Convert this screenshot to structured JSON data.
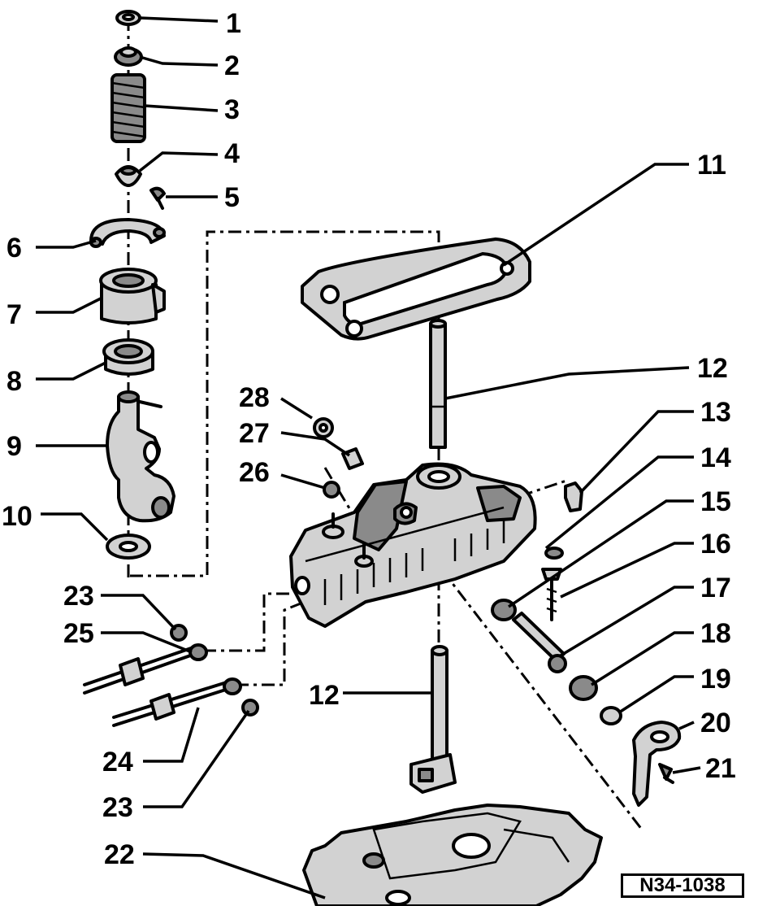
{
  "diagram": {
    "callouts": [
      "1",
      "2",
      "3",
      "4",
      "5",
      "6",
      "7",
      "8",
      "9",
      "10",
      "11",
      "12",
      "12",
      "13",
      "14",
      "15",
      "16",
      "17",
      "18",
      "19",
      "20",
      "21",
      "22",
      "23",
      "23",
      "24",
      "25",
      "26",
      "27",
      "28"
    ],
    "reference_code": "N34-1038"
  }
}
